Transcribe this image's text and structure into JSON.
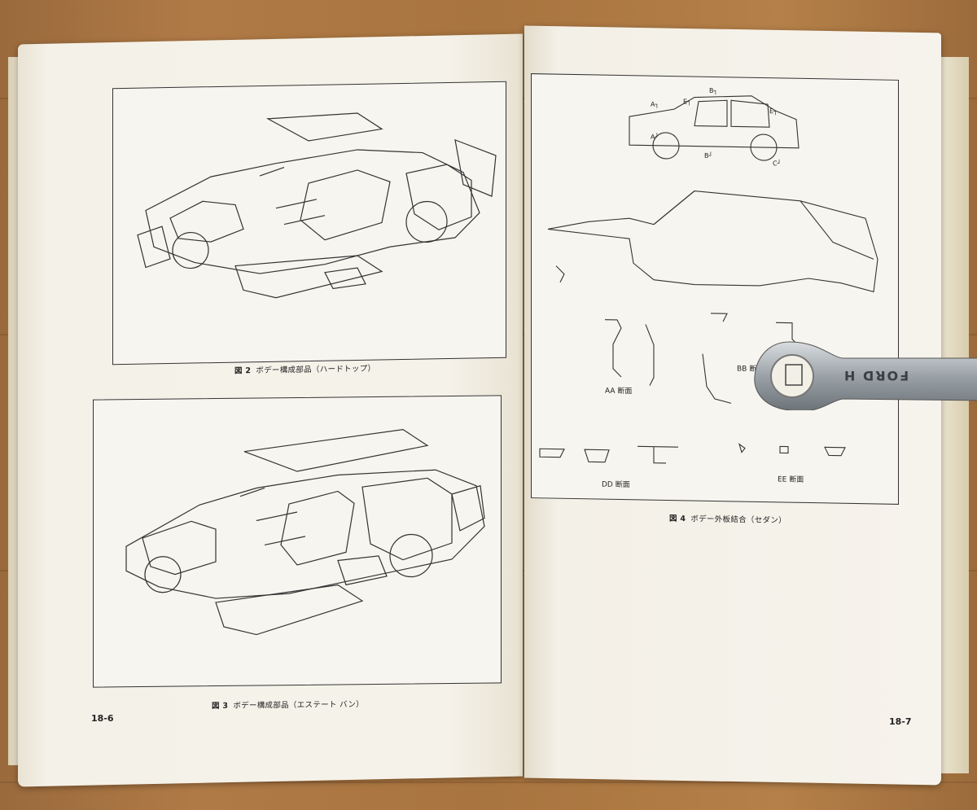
{
  "left_page": {
    "fig2_caption_num": "図 2",
    "fig2_caption_text": "ボデー構成部品（ハードトップ）",
    "fig3_caption_num": "図 3",
    "fig3_caption_text": "ボデー構成部品（エステート バン）",
    "page_number": "18-6"
  },
  "right_page": {
    "fig4_caption_num": "図 4",
    "fig4_caption_text": "ボデー外板結合（セダン）",
    "page_number": "18-7",
    "section_labels": {
      "aa": "AA 断面",
      "bb": "BB 断面",
      "dd": "DD 断面",
      "ee": "EE 断面"
    },
    "callouts": {
      "a_top": "A",
      "a_bottom": "A",
      "b_top": "B",
      "b_bottom": "B",
      "c": "C",
      "e_left": "E",
      "e_right": "E"
    }
  },
  "wrench": {
    "marking": "FORD H"
  }
}
